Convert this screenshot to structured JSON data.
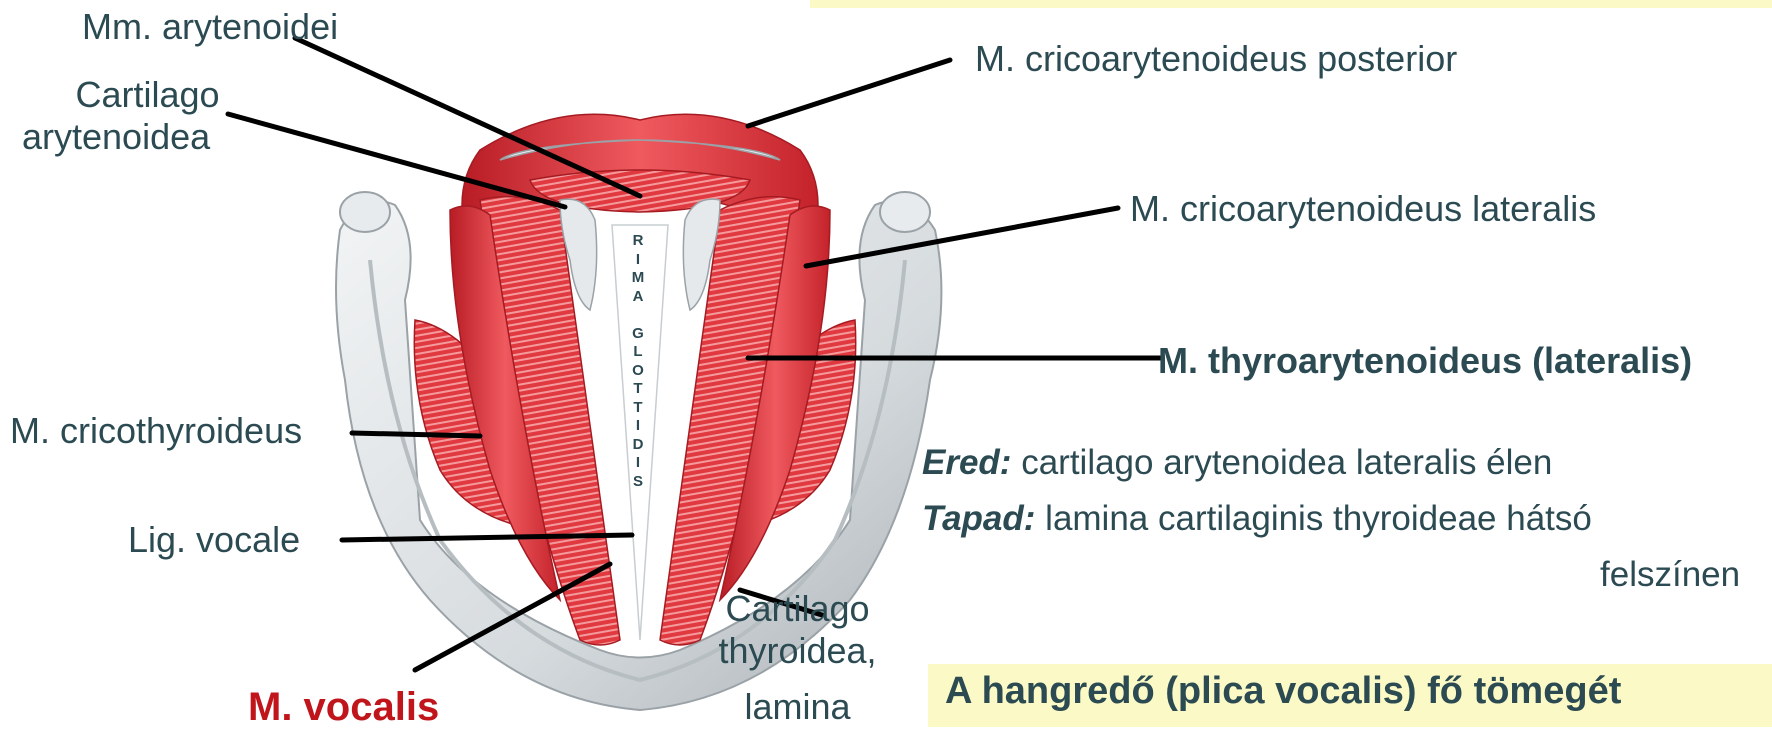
{
  "labels": {
    "mm_arytenoidei": "Mm. arytenoidei",
    "cartilago_arytenoidea_1": "Cartilago",
    "cartilago_arytenoidea_2": "arytenoidea",
    "cricoarytenoideus_posterior": "M. cricoarytenoideus posterior",
    "cricoarytenoideus_lateralis": "M. cricoarytenoideus lateralis",
    "thyroarytenoideus": "M. thyroarytenoideus (lateralis)",
    "cricothyroideus": "M. cricothyroideus",
    "lig_vocale": "Lig. vocale",
    "cartilago_thyroidea_1": "Cartilago",
    "cartilago_thyroidea_2": "thyroidea,",
    "cartilago_thyroidea_3": "lamina",
    "vocalis": "M. vocalis"
  },
  "rima_letters": [
    "R",
    "I",
    "M",
    "A",
    "",
    "G",
    "L",
    "O",
    "T",
    "T",
    "I",
    "D",
    "I",
    "S"
  ],
  "info": {
    "ered_key": "Ered:",
    "ered_text": " cartilago arytenoidea lateralis élen",
    "tapad_key": "Tapad:",
    "tapad_text": " lamina cartilaginis thyroideae hátsó",
    "tapad_text_2": "felszínen"
  },
  "bottom_banner": "A  hangredő  (plica vocalis)  fő tömegét",
  "colors": {
    "text": "#2b4a52",
    "accent_red": "#c0161b",
    "muscle": "#e0323a",
    "cartilage": "#d8dde0",
    "banner": "#fbf9c6"
  }
}
